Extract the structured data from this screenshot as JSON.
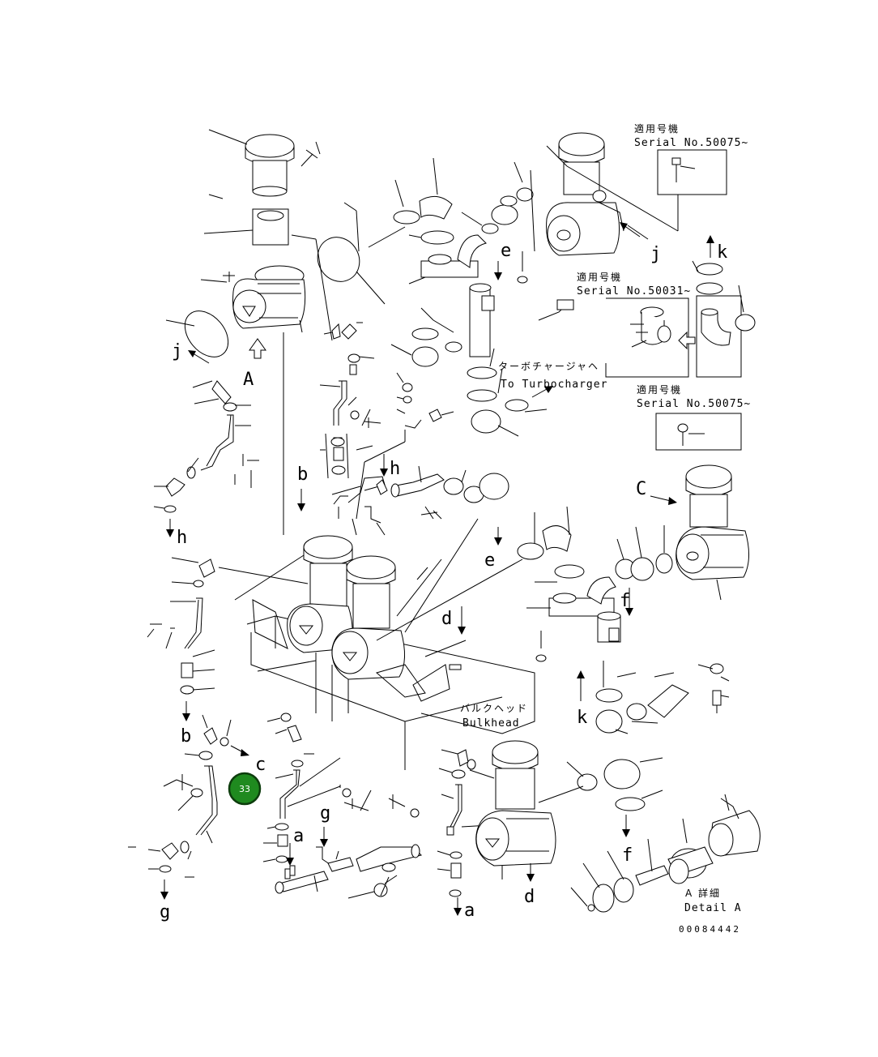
{
  "diagram": {
    "labels": {
      "serial_top_jp": "適用号機",
      "serial_top": "Serial No.50075~",
      "serial_mid_jp": "適用号機",
      "serial_mid": "Serial No.50031~",
      "serial_right_jp": "適用号機",
      "serial_right": "Serial No.50075~",
      "turbo_jp": "ターボチャージャヘ",
      "turbo_en": "To Turbocharger",
      "bulkhead_jp": "バルクヘッド",
      "bulkhead_en": "Bulkhead",
      "detail_jp": "A 詳細",
      "detail_en": "Detail A",
      "drawing_code": "00084442"
    },
    "letters": {
      "A": "A",
      "j1": "j",
      "j2": "j",
      "k1": "k",
      "k2": "k",
      "e1": "e",
      "e2": "e",
      "h1": "h",
      "h2": "h",
      "b1": "b",
      "b2": "b",
      "C1": "C",
      "c2": "c",
      "d1": "d",
      "d2": "d",
      "f1": "f",
      "f2": "f",
      "g1": "g",
      "g2": "g",
      "a1": "a",
      "a2": "a"
    },
    "callout": {
      "number": "33",
      "color": "#1f8a1f",
      "border": "#0d3d0d"
    }
  }
}
